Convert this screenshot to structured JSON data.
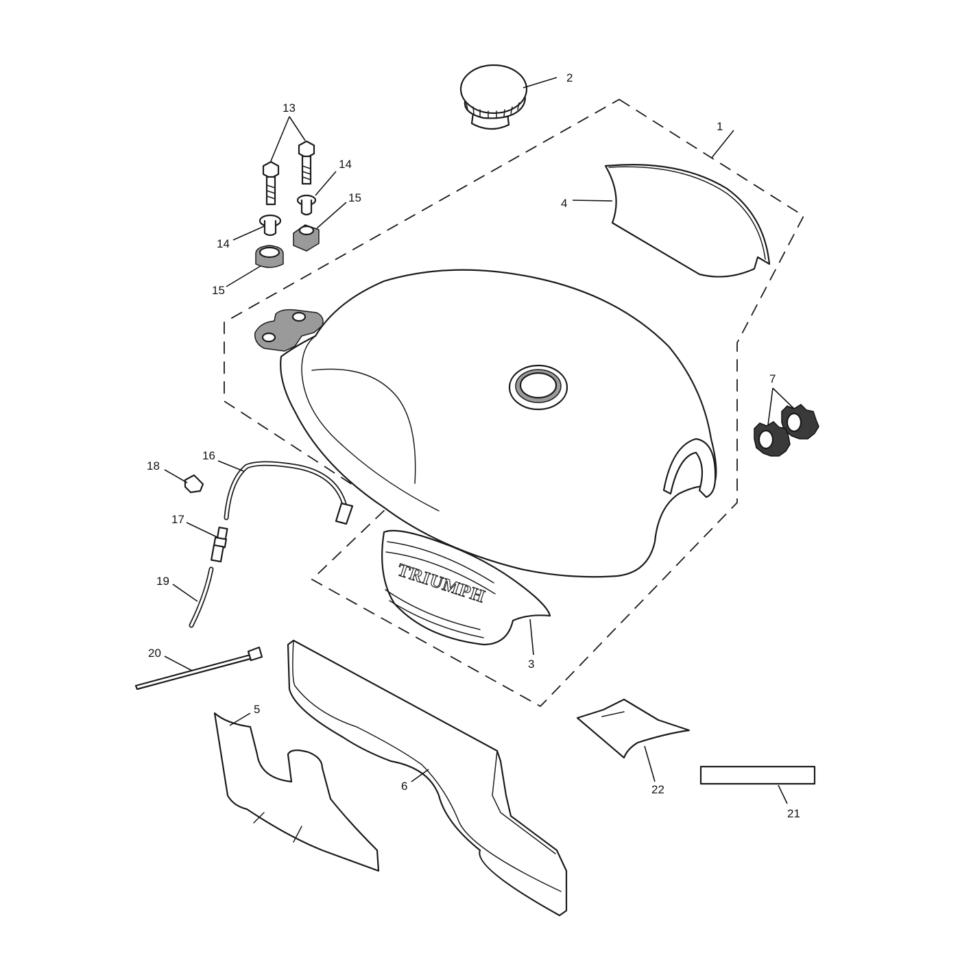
{
  "diagram": {
    "badge_text": "TRIUMPH",
    "callouts": {
      "c1": "1",
      "c2": "2",
      "c3": "3",
      "c4": "4",
      "c5": "5",
      "c6": "6",
      "c7": "7",
      "c13": "13",
      "c14a": "14",
      "c14b": "14",
      "c15a": "15",
      "c15b": "15",
      "c16": "16",
      "c17": "17",
      "c18": "18",
      "c19": "19",
      "c20": "20",
      "c21": "21",
      "c22": "22"
    }
  }
}
